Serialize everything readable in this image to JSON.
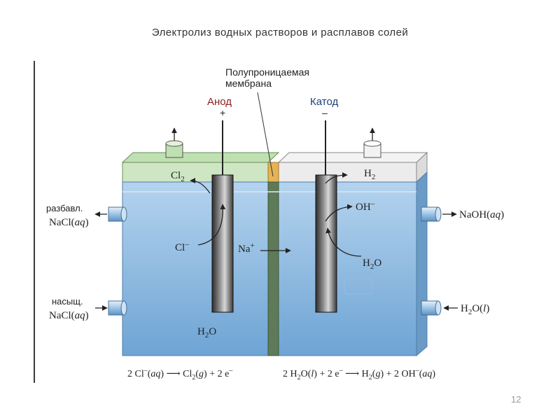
{
  "title": "Электролиз водных растворов и расплавов солей",
  "page_number": "12",
  "labels": {
    "membrane_line1": "Полупроницаемая",
    "membrane_line2": "мембрана",
    "anode": "Анод",
    "anode_sign": "+",
    "cathode": "Катод",
    "cathode_sign": "–",
    "cl2": "Cl",
    "cl2_sub": "2",
    "h2": "H",
    "h2_sub": "2",
    "cl_ion": "Cl",
    "cl_ion_sup": "–",
    "na_ion": "Na",
    "na_ion_sup": "+",
    "oh_ion": "OH",
    "oh_ion_sup": "–",
    "h2o_cathode": "H",
    "h2o_cathode_sub": "2",
    "h2o_cathode_tail": "O",
    "h2o_anode": "H",
    "h2o_anode_sub": "2",
    "h2o_anode_tail": "O",
    "dilute_prefix": "разбавл.",
    "dilute_formula": "NaCl(",
    "dilute_formula_aq": "aq",
    "dilute_formula_close": ")",
    "saturated_prefix": "насыщ.",
    "saturated_formula": "NaCl(",
    "saturated_formula_aq": "aq",
    "saturated_formula_close": ")",
    "naoh_out": "NaOH(",
    "naoh_out_aq": "aq",
    "naoh_out_close": ")",
    "water_in": "H",
    "water_in_sub": "2",
    "water_in_tail": "O(",
    "water_in_l": "l",
    "water_in_close": ")"
  },
  "equations": {
    "anode": {
      "p1": "2 Cl",
      "p1_sup": "–",
      "p2": "(",
      "p2_it": "aq",
      "p3": ")  ⟶  Cl",
      "p3_sub": "2",
      "p4": "(",
      "p4_it": "g",
      "p5": ") + 2 e",
      "p5_sup": "–"
    },
    "cathode": {
      "p1": "2 H",
      "p1_sub": "2",
      "p2": "O(",
      "p2_it": "l",
      "p3": ") + 2 e",
      "p3_sup": "–",
      "p4": "  ⟶  H",
      "p4_sub": "2",
      "p5": "(",
      "p5_it": "g",
      "p6": ") + 2 OH",
      "p6_sup": "–",
      "p7": "(",
      "p7_it": "aq",
      "p8": ")"
    }
  },
  "colors": {
    "anode_label": "#8b1d1d",
    "cathode_label": "#1f3f78",
    "solution_left": "#8ab8e0",
    "solution_right": "#8ab8e0",
    "headspace_left": "#cfe6c4",
    "headspace_right": "#ececec",
    "membrane": "#5e7a58"
  },
  "icons": [
    "arrow-icon",
    "gas-outlet-icon",
    "pipe-icon"
  ]
}
